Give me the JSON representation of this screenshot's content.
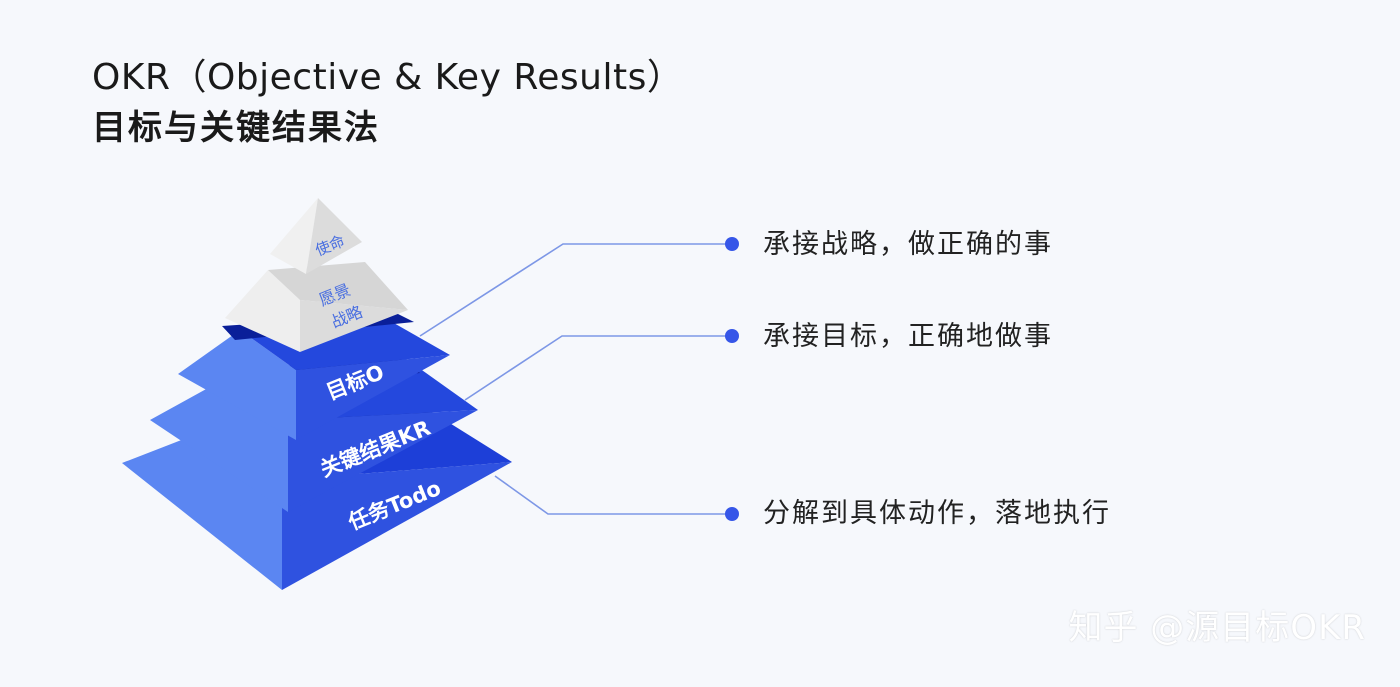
{
  "title": {
    "line1": "OKR（Objective & Key Results）",
    "line2": "目标与关键结果法"
  },
  "pyramid": {
    "mission": "使命",
    "vision_line1": "愿景",
    "vision_line2": "战略",
    "objective": "目标O",
    "key_results": "关键结果KR",
    "todo": "任务Todo"
  },
  "annotations": [
    "承接战略，做正确的事",
    "承接目标，正确地做事",
    "分解到具体动作，落地执行"
  ],
  "watermark": "知乎 @源目标OKR",
  "colors": {
    "background": "#f6f8fc",
    "blue_front": "#2f52e0",
    "blue_side": "#5b86f2",
    "blue_dark": "#0a1f99",
    "gray_front": "#dcdcdc",
    "gray_side": "#eeeeee",
    "accent": "#3656e8",
    "line": "#7d97e6"
  }
}
